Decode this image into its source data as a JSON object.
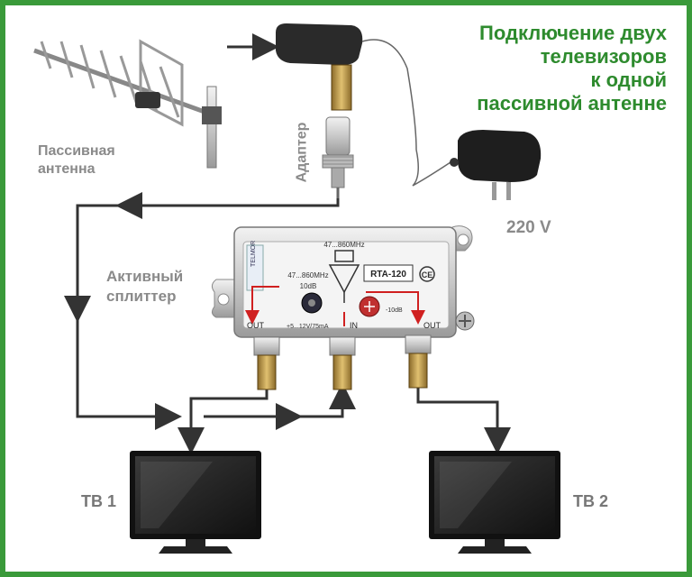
{
  "title": {
    "line1": "Подключение двух",
    "line2": "телевизоров",
    "line3": "к одной",
    "line4": "пассивной антенне"
  },
  "labels": {
    "antenna_line1": "Пассивная",
    "antenna_line2": "антенна",
    "adapter": "Адаптер",
    "splitter_line1": "Активный",
    "splitter_line2": "сплиттер",
    "power": "220 V",
    "tv1": "ТВ 1",
    "tv2": "ТВ 2"
  },
  "splitter": {
    "model": "RTA-120",
    "brand": "TELMOR",
    "freq": "47...860MHz",
    "gain": "10dB",
    "power_spec": "+5...12V/75mA",
    "out_left": "OUT",
    "in": "IN",
    "out_right": "OUT",
    "attenuator": "-10dB",
    "ce_mark": "CE"
  },
  "colors": {
    "title": "#2e8b2e",
    "border": "#3a9a3a",
    "label": "#8a8a8a",
    "wire": "#333333",
    "arrow_red": "#d02020"
  }
}
